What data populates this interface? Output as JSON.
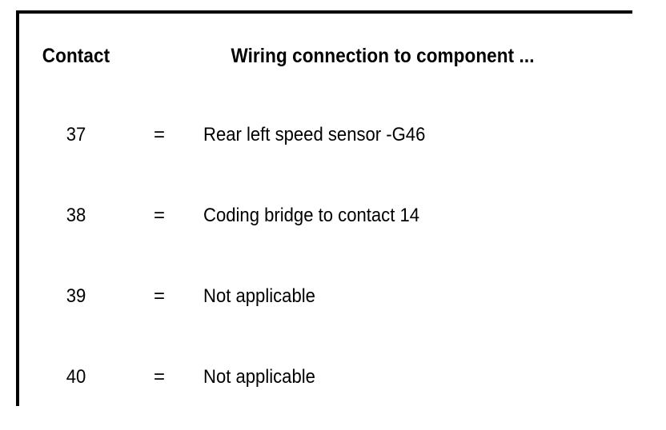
{
  "table": {
    "name": "wiring-connection-table",
    "columns": [
      {
        "key": "contact",
        "label": "Contact"
      },
      {
        "key": "description",
        "label": "Wiring connection to component ..."
      }
    ],
    "separator": "=",
    "rows": [
      {
        "contact": "37",
        "separator": "=",
        "description": "Rear left speed sensor -G46"
      },
      {
        "contact": "38",
        "separator": "=",
        "description": "Coding bridge to contact 14"
      },
      {
        "contact": "39",
        "separator": "=",
        "description": "Not applicable"
      },
      {
        "contact": "40",
        "separator": "=",
        "description": "Not applicable"
      }
    ]
  },
  "colors": {
    "background": "#ffffff",
    "border": "#000000",
    "text": "#000000"
  }
}
